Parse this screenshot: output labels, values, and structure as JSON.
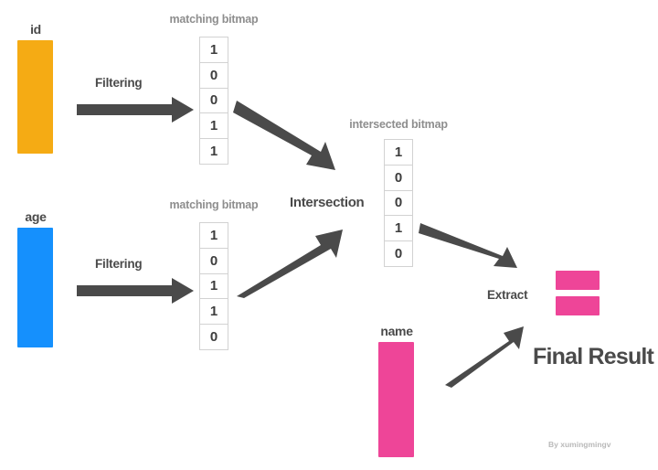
{
  "diagram": {
    "title_watermark": "By xumingmingv",
    "colors": {
      "orange": "#F5AB14",
      "blue": "#1590FD",
      "pink": "#EE4598",
      "arrow_gray": "#4A4A4A",
      "caption_gray": "#8E8E8E",
      "cell_border": "#D2D2D2",
      "background": "#FFFFFF"
    },
    "columns": [
      {
        "id": "id-column",
        "label": "id",
        "color": "#F5AB14"
      },
      {
        "id": "age-column",
        "label": "age",
        "color": "#1590FD"
      },
      {
        "id": "name-column",
        "label": "name",
        "color": "#EE4598"
      }
    ],
    "bitmaps": [
      {
        "id": "id-matching-bitmap",
        "caption": "matching bitmap",
        "bits": [
          "1",
          "0",
          "0",
          "1",
          "1"
        ]
      },
      {
        "id": "age-matching-bitmap",
        "caption": "matching bitmap",
        "bits": [
          "1",
          "0",
          "1",
          "1",
          "0"
        ]
      },
      {
        "id": "intersected-bitmap",
        "caption": "intersected bitmap",
        "bits": [
          "1",
          "0",
          "0",
          "1",
          "0"
        ]
      }
    ],
    "operations": [
      {
        "id": "filtering-id",
        "label": "Filtering"
      },
      {
        "id": "filtering-age",
        "label": "Filtering"
      },
      {
        "id": "intersection",
        "label": "Intersection"
      },
      {
        "id": "extract",
        "label": "Extract"
      }
    ],
    "final_result": {
      "label": "Final Result",
      "rows": 2,
      "color": "#EE4598"
    }
  }
}
